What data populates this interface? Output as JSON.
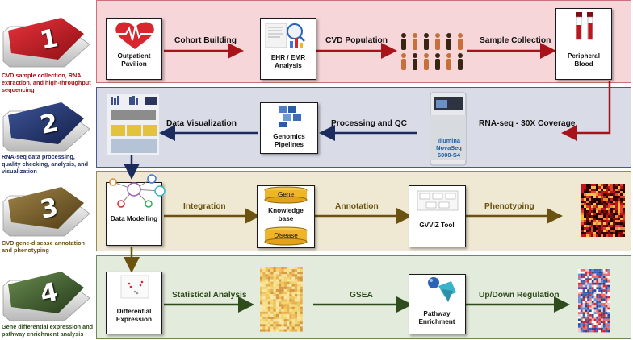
{
  "colors": {
    "stage1": "#a8131a",
    "stage2": "#1c2b5e",
    "stage3": "#6b5210",
    "stage4": "#2f4d1c",
    "panel1_bg": "#f7d6da",
    "panel2_bg": "#d9dbe7",
    "panel3_bg": "#efe8d2",
    "panel4_bg": "#e3ebdc"
  },
  "stages": [
    {
      "number": "1",
      "caption": "CVD sample collection, RNA extraction, and high-throughput sequencing"
    },
    {
      "number": "2",
      "caption": "RNA-seq data processing, quality checking, analysis, and visualization"
    },
    {
      "number": "3",
      "caption": "CVD gene-disease annotation and phenotyping"
    },
    {
      "number": "4",
      "caption": "Gene differential expression and pathway enrichment analysis"
    }
  ],
  "row1": {
    "outpatient": "Outpatient Pavilion",
    "ehr": "EHR / EMR Analysis",
    "blood": "Peripheral Blood",
    "arrows": [
      "Cohort Building",
      "CVD Population",
      "Sample Collection"
    ]
  },
  "row2": {
    "genomics": "Genomics Pipelines",
    "sequencer": "Illumina NovaSeq 6000-S4",
    "arrows": [
      "RNA-seq - 30X Coverage",
      "Processing and QC",
      "Data Visualization"
    ]
  },
  "row3": {
    "modelling": "Data Modelling",
    "kb": "Knowledge base",
    "kb_gene": "Gene",
    "kb_disease": "Disease",
    "gvviz": "GVViZ Tool",
    "arrows": [
      "Integration",
      "Annotation",
      "Phenotyping"
    ]
  },
  "row4": {
    "differential": "Differential Expression",
    "pathway": "Pathway Enrichment",
    "arrows": [
      "Statistical Analysis",
      "GSEA",
      "Up/Down Regulation"
    ]
  },
  "icons": [
    "heart-pulse-icon",
    "analytics-chart-icon",
    "people-crowd-icon",
    "blood-tubes-icon",
    "dna-server-icon",
    "sequencer-icon",
    "network-icon",
    "workflow-icon",
    "molecule-icon"
  ]
}
